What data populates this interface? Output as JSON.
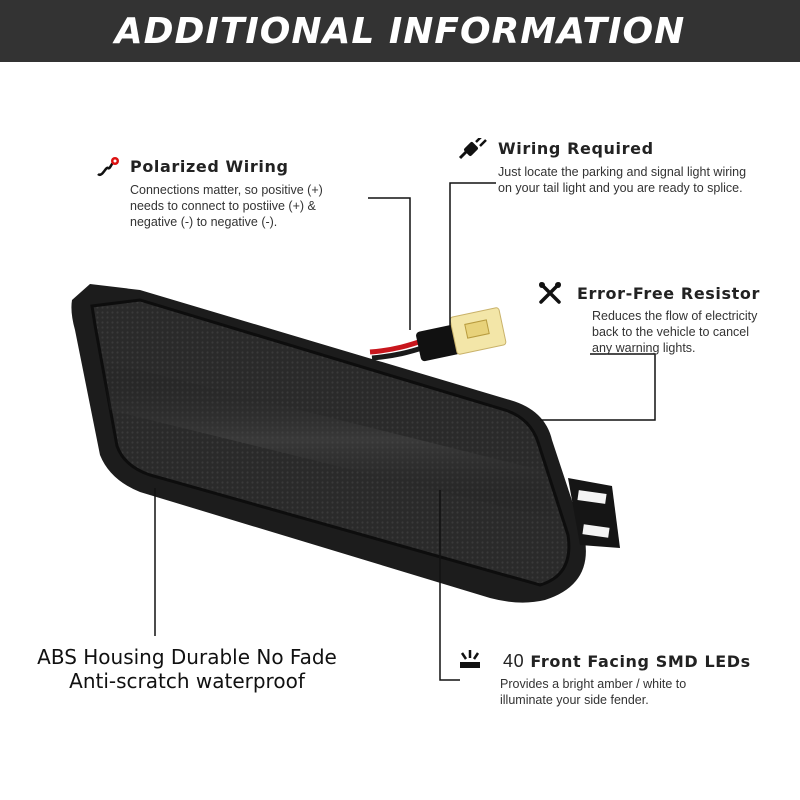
{
  "banner": {
    "title": "ADDITIONAL INFORMATION"
  },
  "features": {
    "polarized": {
      "title": "Polarized Wiring",
      "desc": [
        "Connections matter, so positive (+)",
        "needs to connect to postiive (+) &",
        "negative (-) to negative (-)."
      ],
      "icon": "wiring-snake-icon"
    },
    "wiring": {
      "title": "Wiring Required",
      "desc": [
        "Just locate the parking and signal light wiring",
        "on your tail light and you are ready to splice."
      ],
      "icon": "plug-icon"
    },
    "resistor": {
      "title": "Error-Free Resistor",
      "desc": [
        "Reduces the flow of electricity",
        "back to the vehicle to cancel",
        "any warning lights."
      ],
      "icon": "wrench-screwdriver-icon"
    },
    "leds": {
      "count": "40",
      "title": "Front Facing SMD LEDs",
      "desc": [
        "Provides a bright amber / white to",
        "illuminate your side fender."
      ],
      "icon": "light-icon"
    }
  },
  "housing": {
    "lines": [
      "ABS Housing Durable No Fade",
      "Anti-scratch waterproof"
    ]
  },
  "colors": {
    "banner": "#333333",
    "led_wire_red": "#c8161d",
    "connector_yellow": "#f3e6a8",
    "lens_smoke": "#2b2b2b"
  }
}
